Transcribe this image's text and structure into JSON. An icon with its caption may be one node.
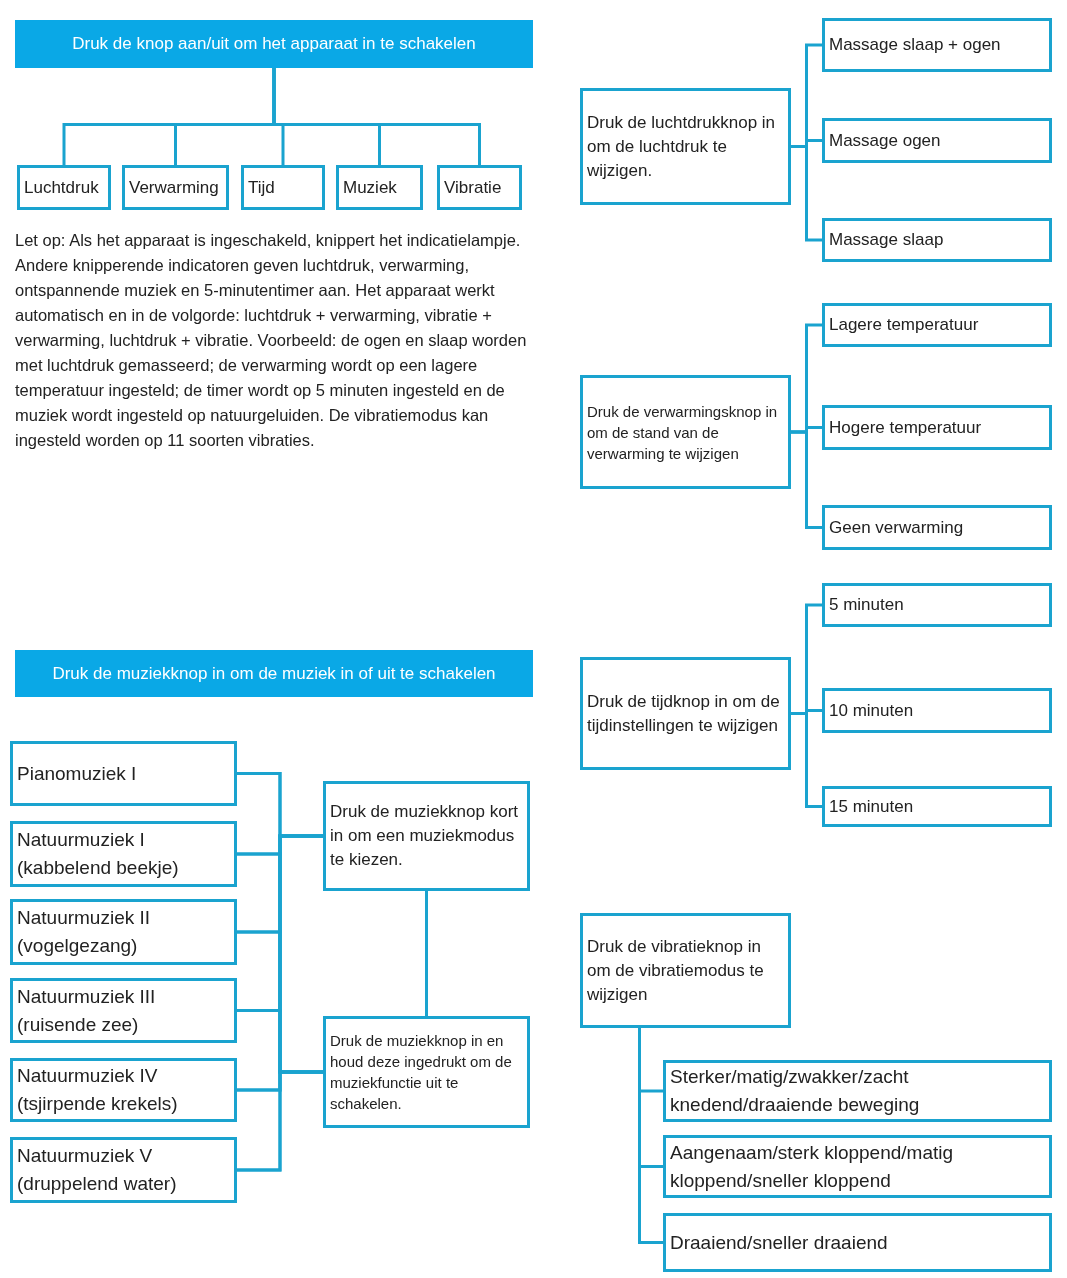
{
  "diagram": {
    "nodes": [
      {
        "text": [
          "Druk de knop aan/uit om het apparaat in te schakelen"
        ]
      },
      {
        "text": [
          "Luchtdruk"
        ]
      },
      {
        "text": [
          "Verwarming"
        ]
      },
      {
        "text": [
          "Tijd"
        ]
      },
      {
        "text": [
          "Muziek"
        ]
      },
      {
        "text": [
          "Vibratie"
        ]
      },
      {
        "text": [
          "Druk de luchtdrukknop in om de luchtdruk te wijzigen."
        ]
      },
      {
        "text": [
          "Massage slaap + ogen"
        ]
      },
      {
        "text": [
          "Massage ogen"
        ]
      },
      {
        "text": [
          "Massage slaap"
        ]
      },
      {
        "text": [
          "Druk de verwarmingsknop in om de stand van de verwarming te wijzigen"
        ]
      },
      {
        "text": [
          "Lagere temperatuur"
        ]
      },
      {
        "text": [
          "Hogere temperatuur"
        ]
      },
      {
        "text": [
          "Geen verwarming"
        ]
      },
      {
        "text": [
          "Druk de tijdknop in om de tijdinstellingen te wijzigen"
        ]
      },
      {
        "text": [
          "5 minuten"
        ]
      },
      {
        "text": [
          "10 minuten"
        ]
      },
      {
        "text": [
          "15 minuten"
        ]
      },
      {
        "text": [
          "Druk de muziekknop in om de muziek in of uit te schakelen"
        ]
      },
      {
        "text": [
          "Pianomuziek I"
        ]
      },
      {
        "text": [
          "Natuurmuziek I (kabbelend beekje)"
        ]
      },
      {
        "text": [
          "Natuurmuziek II (vogelgezang)"
        ]
      },
      {
        "text": [
          "Natuurmuziek III (ruisende zee)"
        ]
      },
      {
        "text": [
          "Natuurmuziek IV (tsjirpende krekels)"
        ]
      },
      {
        "text": [
          "Natuurmuziek V (druppelend water)"
        ]
      },
      {
        "text": [
          "Druk de muziekknop kort in om een muziekmodus te kiezen."
        ]
      },
      {
        "text": [
          "Druk de muziekknop in en houd deze ingedrukt om de muziekfunctie uit te schakelen."
        ]
      },
      {
        "text": [
          "Druk de vibratieknop in om de vibratiemodus te wijzigen"
        ]
      },
      {
        "text": [
          "Sterker/matig/zwakker/zacht knedend/draaiende beweging"
        ]
      },
      {
        "text": [
          "Aangenaam/sterk kloppend/matig kloppend/sneller kloppend"
        ]
      },
      {
        "text": [
          "Draaiend/sneller draaiend"
        ]
      }
    ],
    "edges": [
      {
        "from": 0,
        "to": 1,
        "arrow": "none"
      },
      {
        "from": 0,
        "to": 2,
        "arrow": "none"
      },
      {
        "from": 0,
        "to": 3,
        "arrow": "none"
      },
      {
        "from": 0,
        "to": 4,
        "arrow": "none"
      },
      {
        "from": 0,
        "to": 5,
        "arrow": "none"
      },
      {
        "from": 6,
        "to": 7,
        "arrow": "none"
      },
      {
        "from": 6,
        "to": 8,
        "arrow": "none"
      },
      {
        "from": 6,
        "to": 9,
        "arrow": "none"
      },
      {
        "from": 10,
        "to": 11,
        "arrow": "none"
      },
      {
        "from": 10,
        "to": 12,
        "arrow": "none"
      },
      {
        "from": 10,
        "to": 13,
        "arrow": "none"
      },
      {
        "from": 14,
        "to": 15,
        "arrow": "none"
      },
      {
        "from": 14,
        "to": 16,
        "arrow": "none"
      },
      {
        "from": 14,
        "to": 17,
        "arrow": "none"
      },
      {
        "from": 25,
        "to": 19,
        "arrow": "none"
      },
      {
        "from": 25,
        "to": 20,
        "arrow": "none"
      },
      {
        "from": 25,
        "to": 21,
        "arrow": "none"
      },
      {
        "from": 25,
        "to": 22,
        "arrow": "none"
      },
      {
        "from": 25,
        "to": 23,
        "arrow": "none"
      },
      {
        "from": 25,
        "to": 24,
        "arrow": "none"
      },
      {
        "from": 26,
        "to": 19,
        "arrow": "none"
      },
      {
        "from": 26,
        "to": 20,
        "arrow": "none"
      },
      {
        "from": 26,
        "to": 21,
        "arrow": "none"
      },
      {
        "from": 26,
        "to": 22,
        "arrow": "none"
      },
      {
        "from": 26,
        "to": 23,
        "arrow": "none"
      },
      {
        "from": 26,
        "to": 24,
        "arrow": "none"
      },
      {
        "from": 25,
        "to": 26,
        "arrow": "none"
      },
      {
        "from": 27,
        "to": 28,
        "arrow": "none"
      },
      {
        "from": 27,
        "to": 29,
        "arrow": "none"
      },
      {
        "from": 27,
        "to": 30,
        "arrow": "none"
      }
    ],
    "labels": [
      "Let op: Als het apparaat is ingeschakeld, knippert het indicatielampje. Andere knipperende indicatoren geven luchtdruk, verwarming, ontspannende muziek en 5-minutentimer aan. Het apparaat werkt automatisch en in de volgorde: luchtdruk + verwarming, vibratie + verwarming, luchtdruk + vibratie. Voorbeeld: de ogen en slaap worden met luchtdruk gemasseerd; de verwarming wordt op een lagere temperatuur ingesteld; de timer wordt op 5 minuten ingesteld en de muziek wordt ingesteld op natuurgeluiden. De vibratiemodus kan ingesteld worden op 11 soorten vibraties."
    ]
  }
}
